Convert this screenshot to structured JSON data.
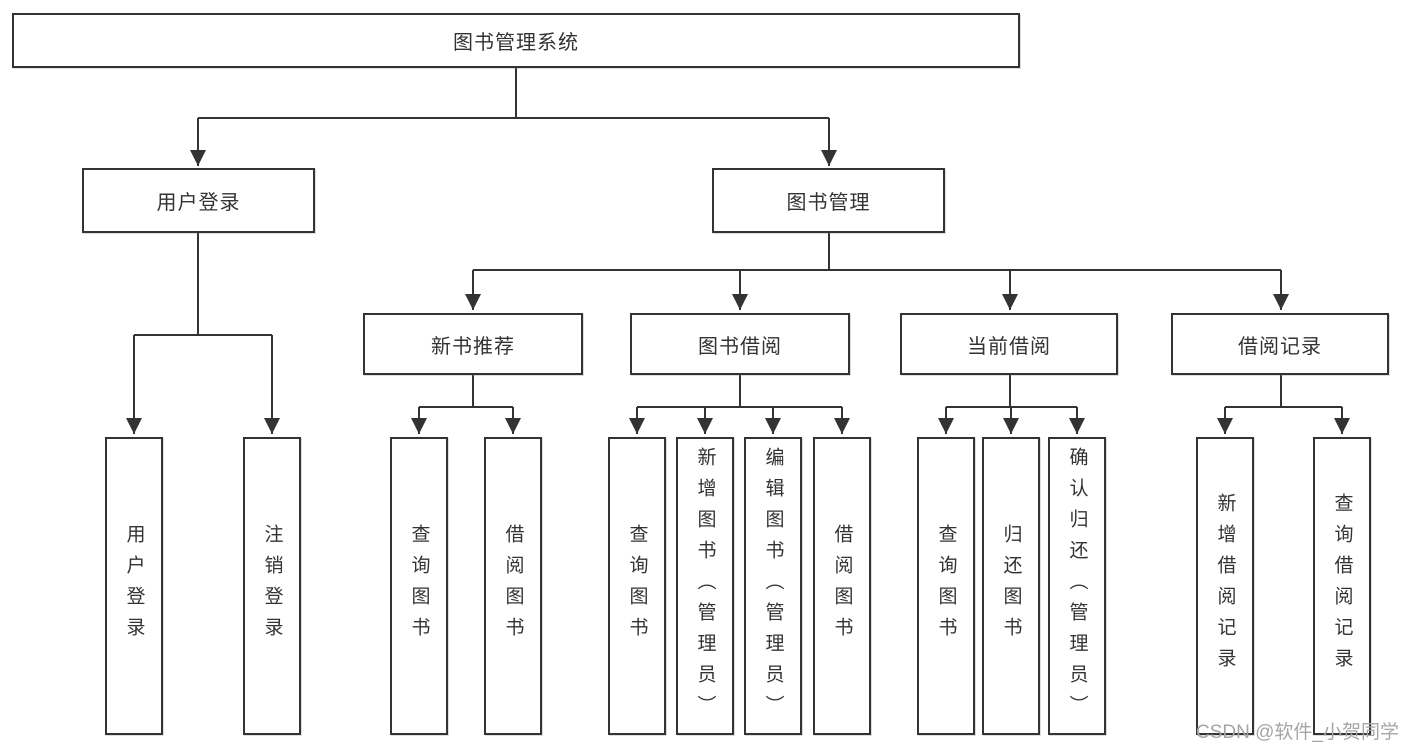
{
  "diagram": {
    "root": {
      "label": "图书管理系统"
    },
    "level2": [
      {
        "label": "用户登录"
      },
      {
        "label": "图书管理"
      }
    ],
    "level3": [
      {
        "label": "新书推荐"
      },
      {
        "label": "图书借阅"
      },
      {
        "label": "当前借阅"
      },
      {
        "label": "借阅记录"
      }
    ],
    "leaves": [
      {
        "label": "用户登录"
      },
      {
        "label": "注销登录"
      },
      {
        "label": "查询图书"
      },
      {
        "label": "借阅图书"
      },
      {
        "label": "查询图书"
      },
      {
        "label": "新增图书（管理员）"
      },
      {
        "label": "编辑图书（管理员）"
      },
      {
        "label": "借阅图书"
      },
      {
        "label": "查询图书"
      },
      {
        "label": "归还图书"
      },
      {
        "label": "确认归还（管理员）"
      },
      {
        "label": "新增借阅记录"
      },
      {
        "label": "查询借阅记录"
      }
    ]
  },
  "watermark": {
    "text": "CSDN @软件_小贺同学"
  },
  "colors": {
    "line": "#333333",
    "box_background": "#ffffff",
    "text": "#333333",
    "watermark": "#a6a6a6"
  }
}
